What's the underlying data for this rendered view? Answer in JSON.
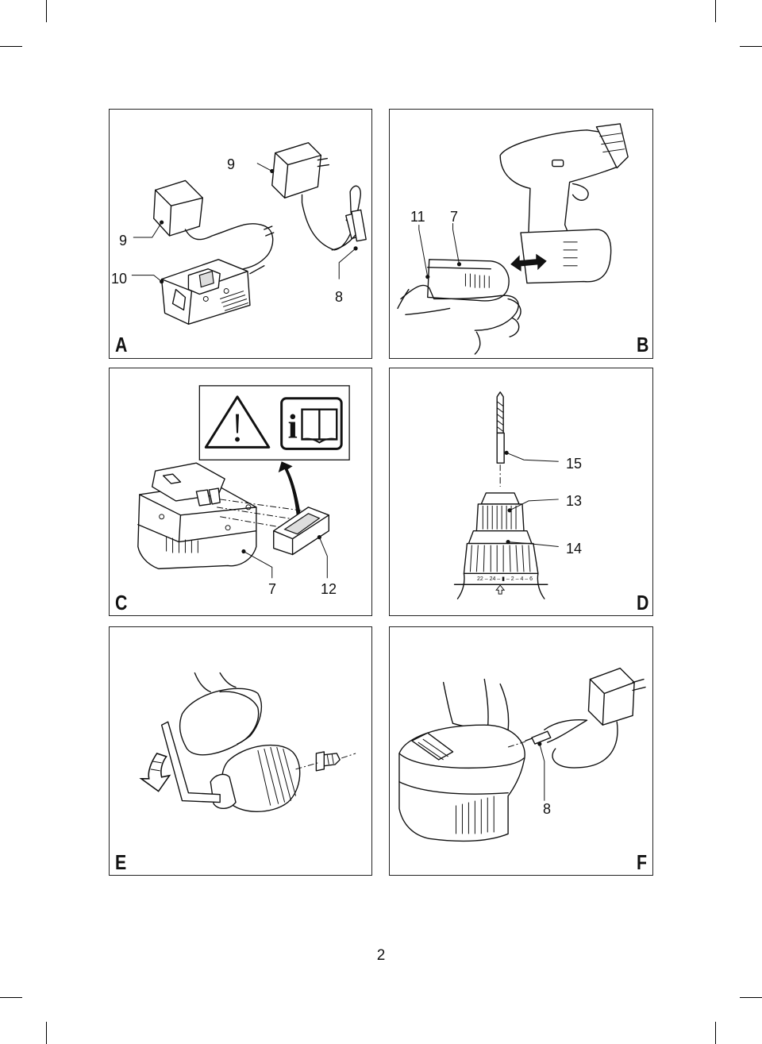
{
  "figures": {
    "A": {
      "letter": "A",
      "callouts": {
        "adapter_top": "9",
        "adapter_left": "9",
        "charger": "10",
        "plug": "8"
      }
    },
    "B": {
      "letter": "B",
      "callouts": {
        "release_button": "11",
        "battery": "7"
      }
    },
    "C": {
      "letter": "C",
      "callouts": {
        "battery": "7",
        "cap": "12"
      }
    },
    "D": {
      "letter": "D",
      "callouts": {
        "drill_bit": "15",
        "sleeve": "13",
        "collar": "14"
      },
      "torque_scale": "22 – 24 – ▮ – 2 – 4 – 6"
    },
    "E": {
      "letter": "E"
    },
    "F": {
      "letter": "F",
      "callouts": {
        "plug": "8"
      }
    }
  },
  "page_number": "2"
}
